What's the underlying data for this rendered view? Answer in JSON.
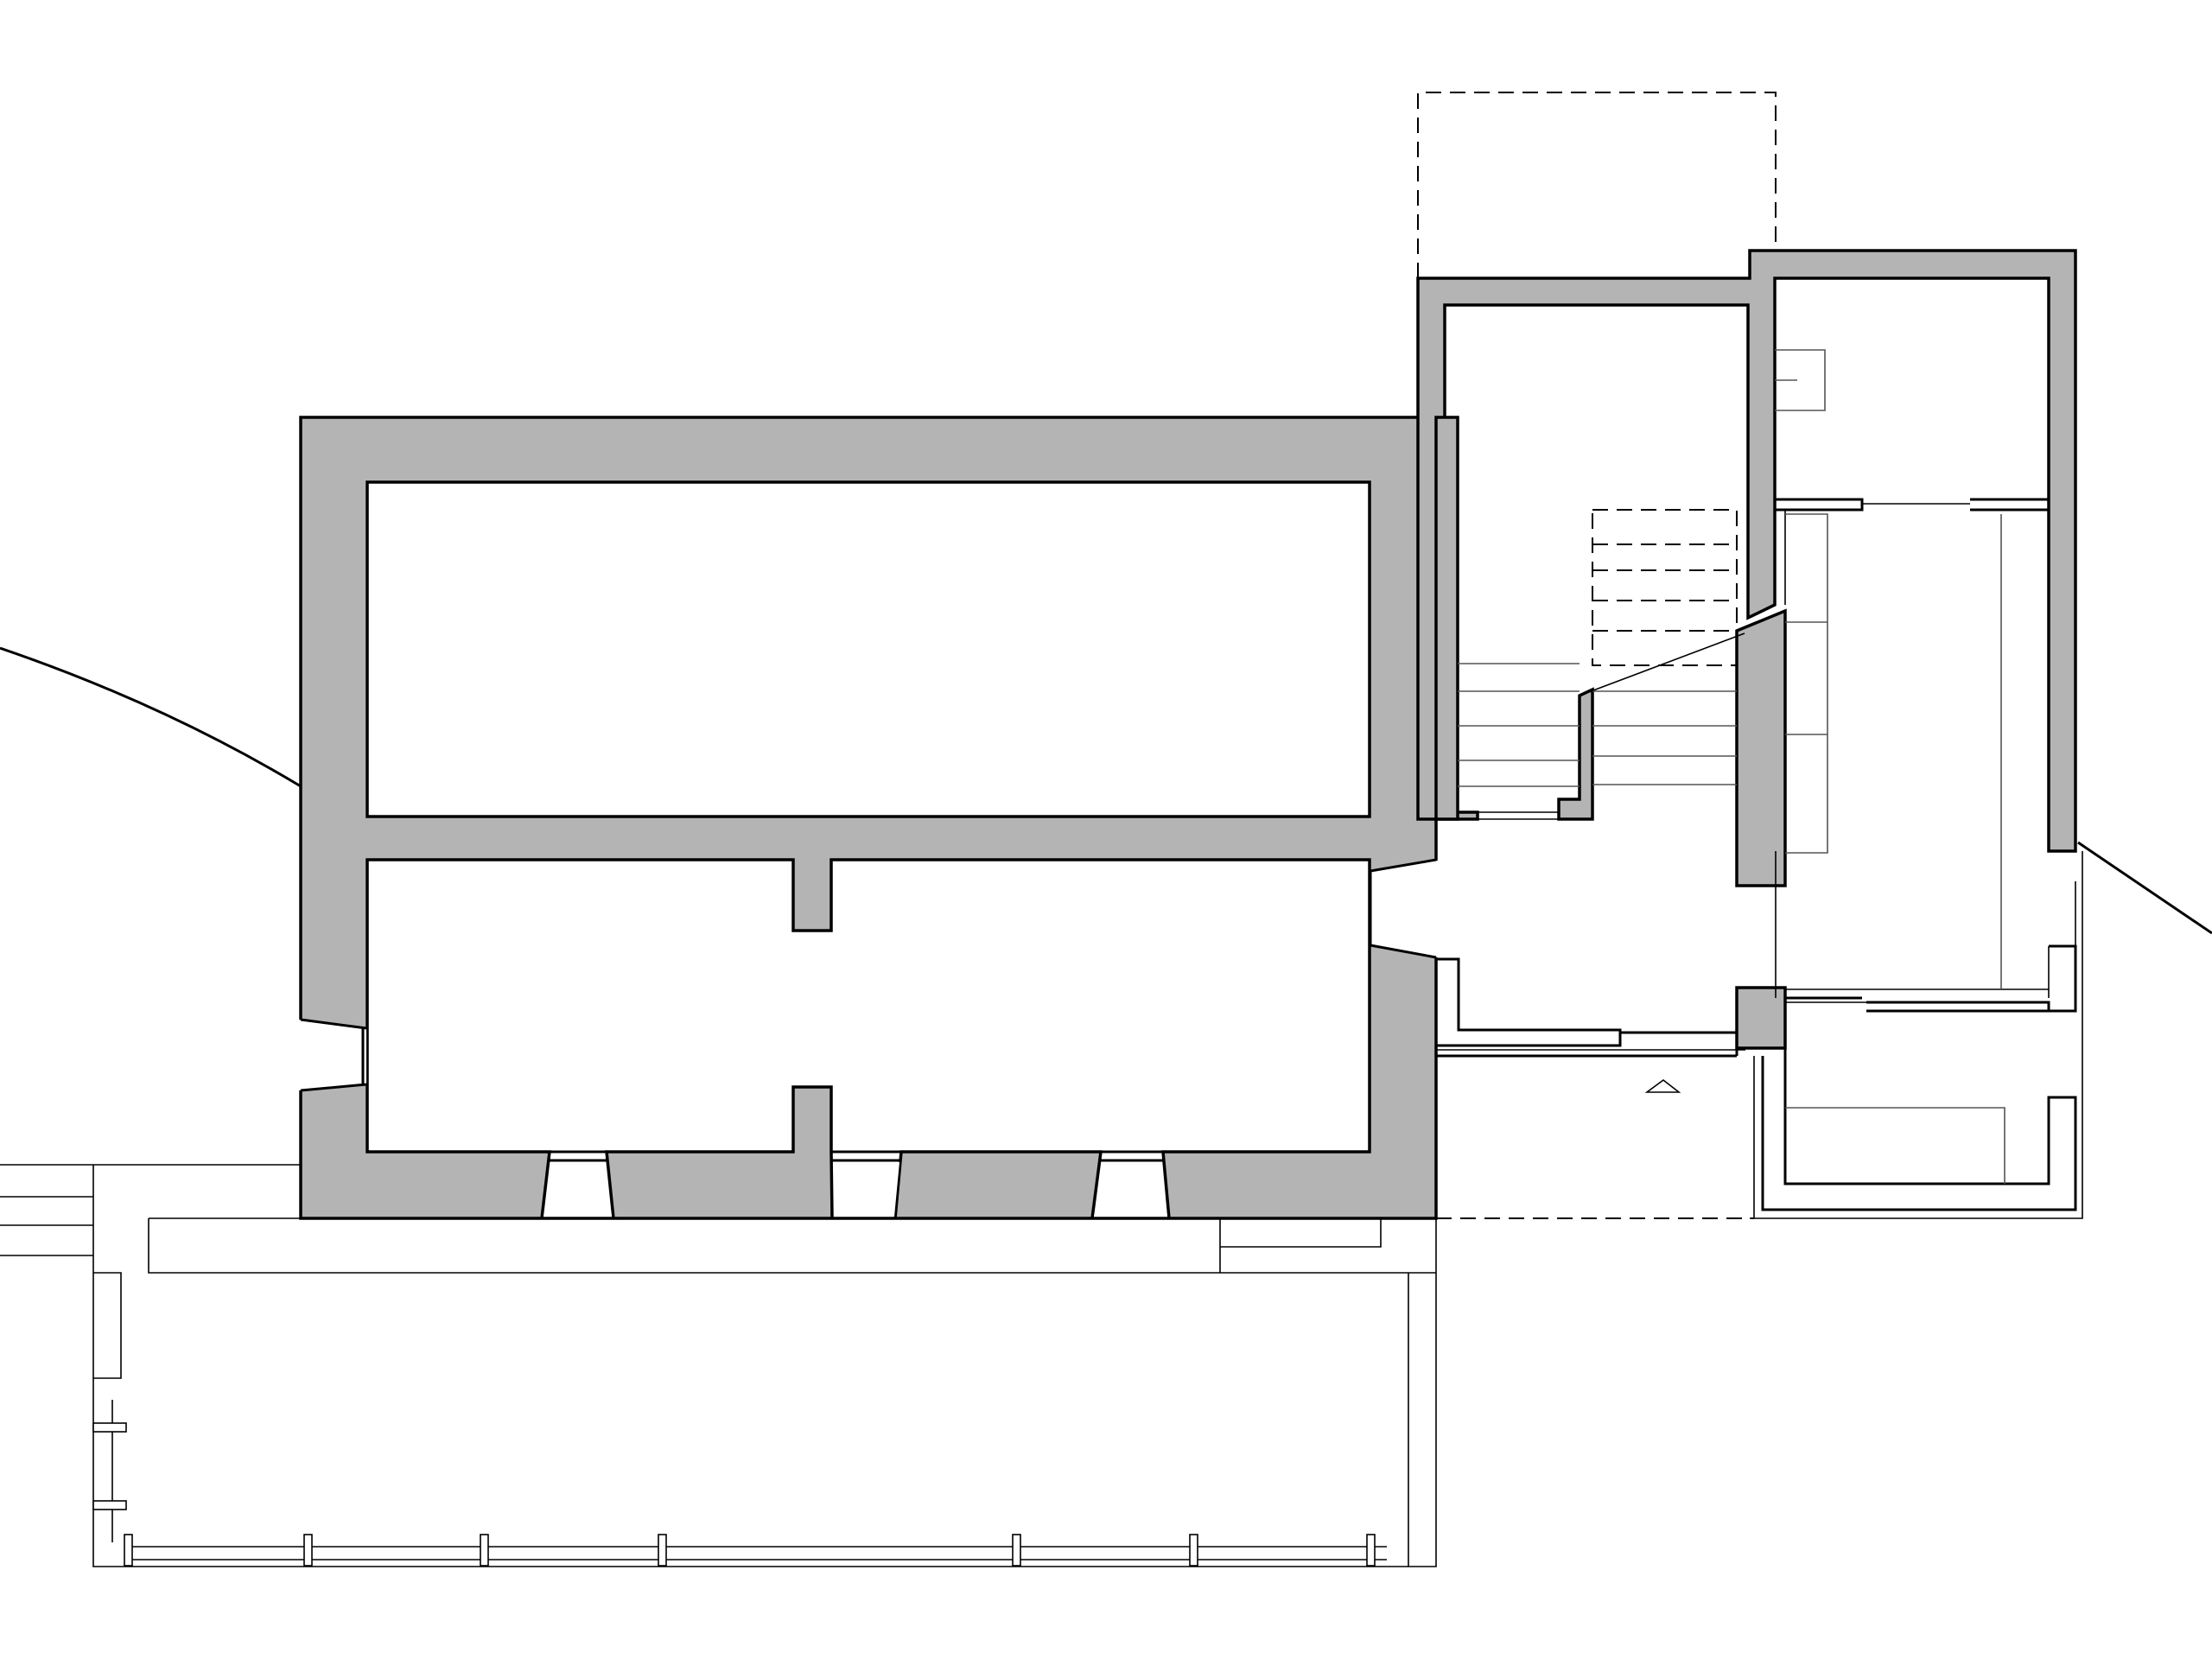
{
  "drawing": {
    "type": "architectural-floor-plan",
    "colors": {
      "wall_fill": "#b4b4b4",
      "line": "#000000",
      "background": "#ffffff"
    },
    "elements": [
      "main-building",
      "annex",
      "staircase",
      "entrance-marker",
      "terrace",
      "terrain-contours"
    ]
  }
}
